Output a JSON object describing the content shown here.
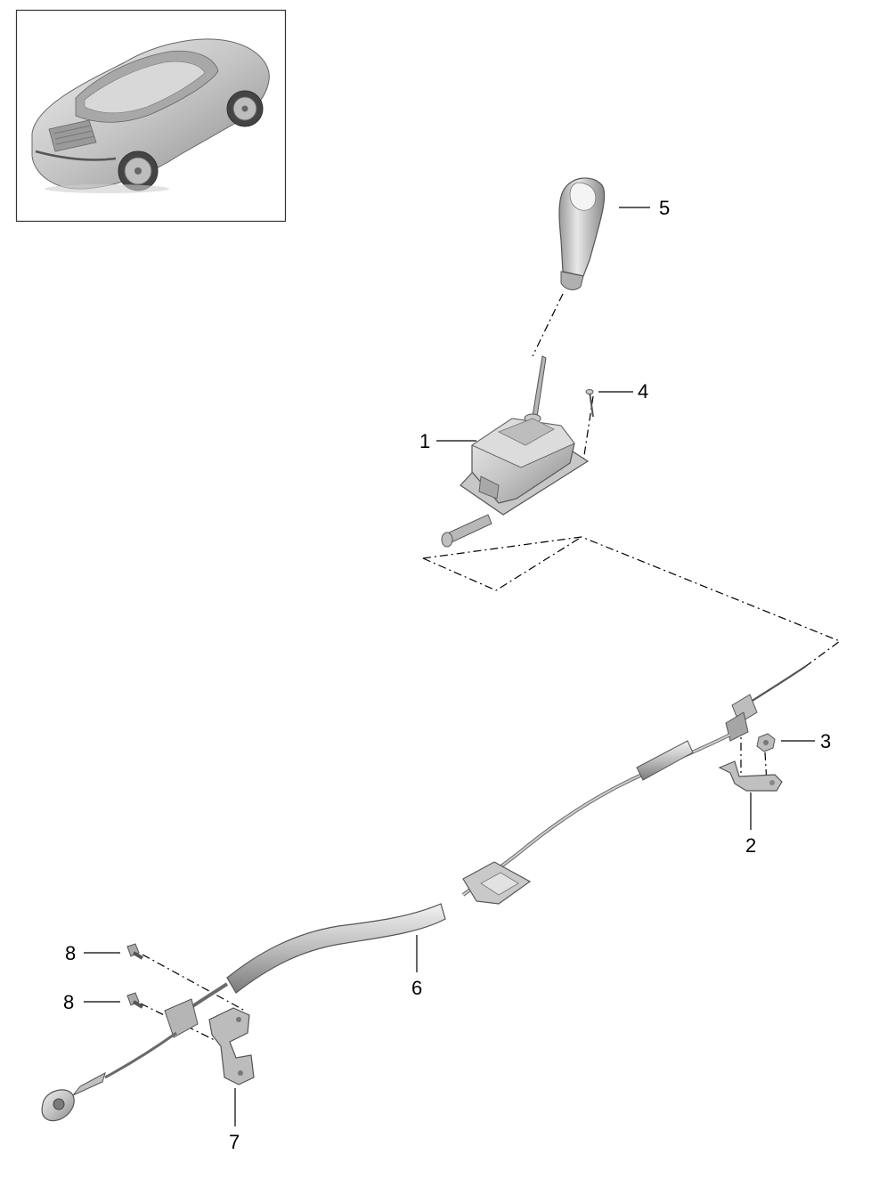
{
  "callouts": [
    {
      "id": "1",
      "label": "1",
      "part": "gear-shift-mechanism"
    },
    {
      "id": "2",
      "label": "2",
      "part": "bracket"
    },
    {
      "id": "3",
      "label": "3",
      "part": "nut"
    },
    {
      "id": "4",
      "label": "4",
      "part": "screw"
    },
    {
      "id": "5",
      "label": "5",
      "part": "gear-knob"
    },
    {
      "id": "6",
      "label": "6",
      "part": "selector-cable"
    },
    {
      "id": "7",
      "label": "7",
      "part": "holder-bracket"
    },
    {
      "id": "8a",
      "label": "8",
      "part": "bolt"
    },
    {
      "id": "8b",
      "label": "8",
      "part": "bolt"
    }
  ],
  "colors": {
    "part_fill": "#c9c9c9",
    "part_dark": "#8d8d8d",
    "part_light": "#e6e6e6",
    "line": "#000000"
  }
}
